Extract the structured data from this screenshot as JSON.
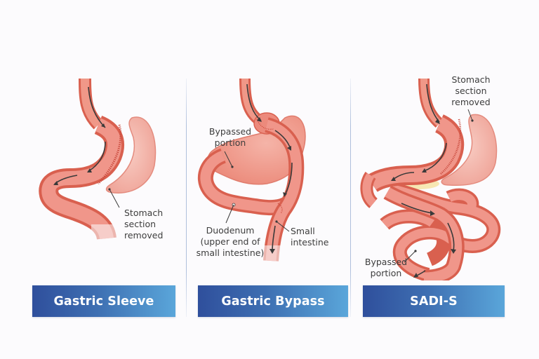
{
  "diagram": {
    "type": "medical-illustration-comparison",
    "colors": {
      "background": "#fcfbfd",
      "tissue_main": "#ec8a7c",
      "tissue_edge": "#d9604f",
      "tissue_removed": "#f3b5ab",
      "fat_tissue": "#f6e3a6",
      "arrow": "#3a3a3a",
      "banner_start": "#2f4f9c",
      "banner_end": "#5aa6da",
      "divider": "#aebfdc",
      "label_text": "#3d3d3d"
    },
    "panels": [
      {
        "id": "gastric-sleeve",
        "title": "Gastric Sleeve",
        "labels": {
          "removed": "Stomach\nsection\nremoved"
        }
      },
      {
        "id": "gastric-bypass",
        "title": "Gastric Bypass",
        "labels": {
          "bypassed": "Bypassed\nportion",
          "duodenum": "Duodenum\n(upper end of\nsmall intestine)",
          "small_intestine": "Small\nintestine"
        }
      },
      {
        "id": "sadi-s",
        "title": "SADI-S",
        "labels": {
          "removed": "Stomach\nsection\nremoved",
          "bypassed": "Bypassed\nportion"
        }
      }
    ]
  }
}
